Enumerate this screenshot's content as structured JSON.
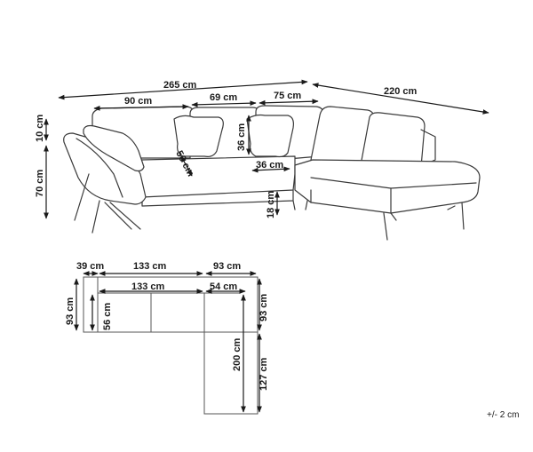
{
  "colors": {
    "line": "#3a3a3a",
    "dimension": "#1a1a1a",
    "background": "#ffffff"
  },
  "sofa_view": {
    "total_width": "265 cm",
    "seat_width_left": "90 cm",
    "seat_width_mid": "69 cm",
    "seat_width_right": "75 cm",
    "chaise_length": "220 cm",
    "back_cushion_height": "10 cm",
    "total_height": "70 cm",
    "cushion_height": "36 cm",
    "seat_depth": "56 cm",
    "cushion_width": "36 cm",
    "leg_height": "18 cm"
  },
  "floor_plan": {
    "arm_width": "39 cm",
    "main_width": "133 cm",
    "corner_width": "93 cm",
    "inner_width": "133 cm",
    "inner_corner": "54 cm",
    "depth_left": "93 cm",
    "seat_depth": "56 cm",
    "depth_right": "93 cm",
    "chaise_inner": "200 cm",
    "chaise_outer": "127 cm"
  },
  "tolerance": "+/- 2 cm"
}
